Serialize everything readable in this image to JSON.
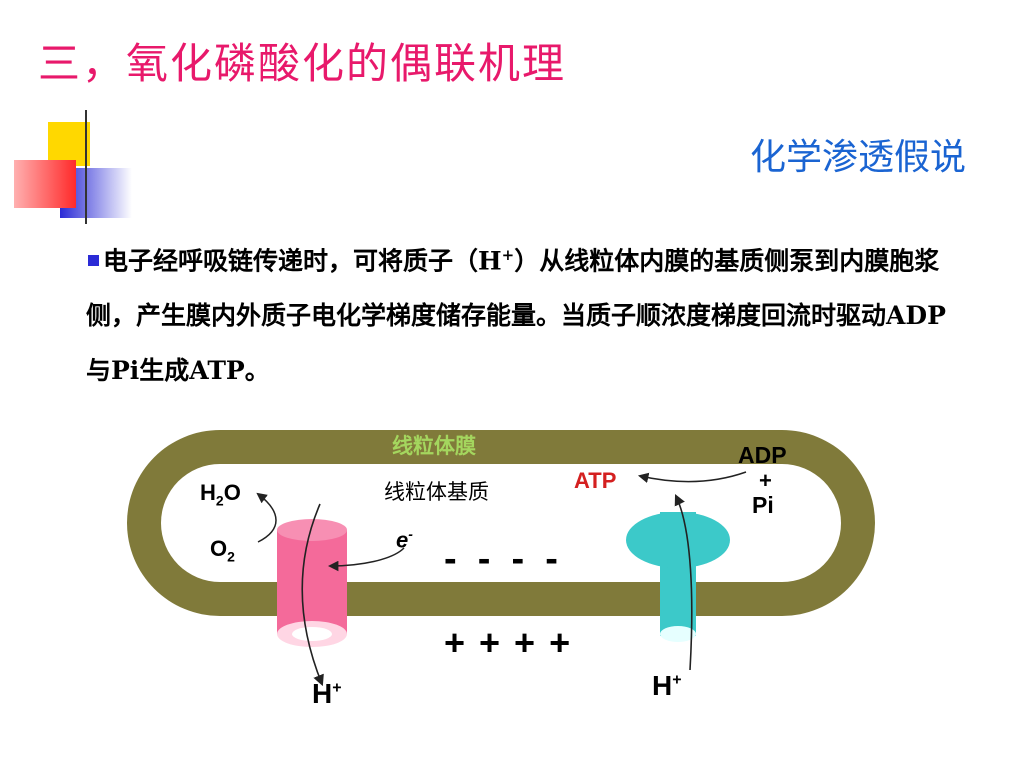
{
  "title": "三，氧化磷酸化的偶联机理",
  "subtitle": "化学渗透假说",
  "paragraph": {
    "part1": "电子经呼吸链传递时，可将质子（H",
    "sup": "+",
    "part2": "）从线粒体内膜的基质侧泵到内膜胞浆侧，产生膜内外质子电化学梯度储存能量。当质子顺浓度梯度回流时驱动ADP与Pi生成ATP。"
  },
  "diagram": {
    "membrane_label": "线粒体膜",
    "matrix_label": "线粒体基质",
    "h2o_main": "H",
    "h2o_sub": "2",
    "h2o_end": "O",
    "o2_main": "O",
    "o2_sub": "2",
    "electron": "e",
    "electron_sup": "-",
    "minus_signs": "-  -  -  -",
    "plus_signs": "+ + + +",
    "atp": "ATP",
    "adp": "ADP",
    "adp_plus": "+",
    "pi": "Pi",
    "h_left": "H",
    "h_left_sup": "+",
    "h_right": "H",
    "h_right_sup": "+"
  },
  "colors": {
    "title": "#e8196b",
    "subtitle": "#1a64d2",
    "membrane": "#807a3a",
    "membrane_label": "#a4d65e",
    "atp": "#d42020",
    "complex_pink": "#f46a9a",
    "atp_synthase": "#3cc9c9"
  }
}
